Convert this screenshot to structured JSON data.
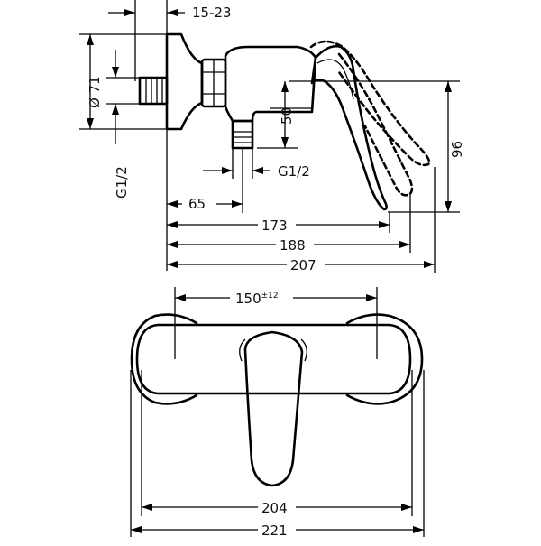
{
  "side_view": {
    "dims": {
      "wall_offset": "15-23",
      "diameter": "Ø 71",
      "thread_left": "G1/2",
      "outlet_height": "50",
      "thread_bottom": "G1/2",
      "offset_65": "65",
      "handle_height": "96",
      "len_173": "173",
      "len_188": "188",
      "len_207": "207"
    }
  },
  "top_view": {
    "dims": {
      "center_distance": "150",
      "center_tolerance": "±12",
      "width_204": "204",
      "width_221": "221"
    }
  }
}
